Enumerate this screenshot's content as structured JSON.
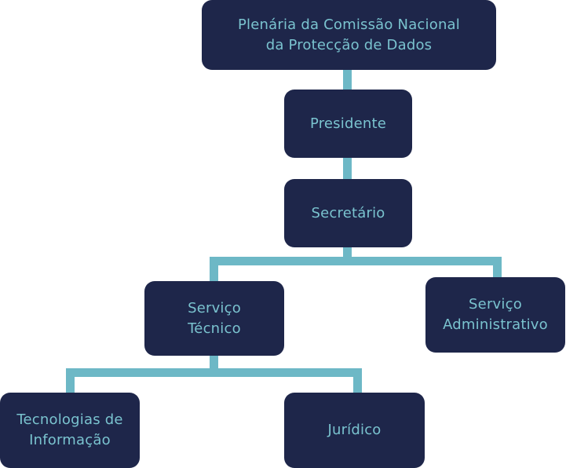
{
  "colors": {
    "node_fill": "#1e264a",
    "node_text": "#7ac3cf",
    "connector": "#6db8c6",
    "background": "#ffffff"
  },
  "org_chart": {
    "plenaria": {
      "line1": "Plenária da Comissão Nacional",
      "line2": "da Protecção de Dados"
    },
    "presidente": {
      "line1": "Presidente"
    },
    "secretario": {
      "line1": "Secretário"
    },
    "servico_tecnico": {
      "line1": "Serviço",
      "line2": "Técnico"
    },
    "servico_administrativo": {
      "line1": "Serviço",
      "line2": "Administrativo"
    },
    "tecnologias_informacao": {
      "line1": "Tecnologias de",
      "line2": "Informação"
    },
    "juridico": {
      "line1": "Jurídico"
    }
  }
}
